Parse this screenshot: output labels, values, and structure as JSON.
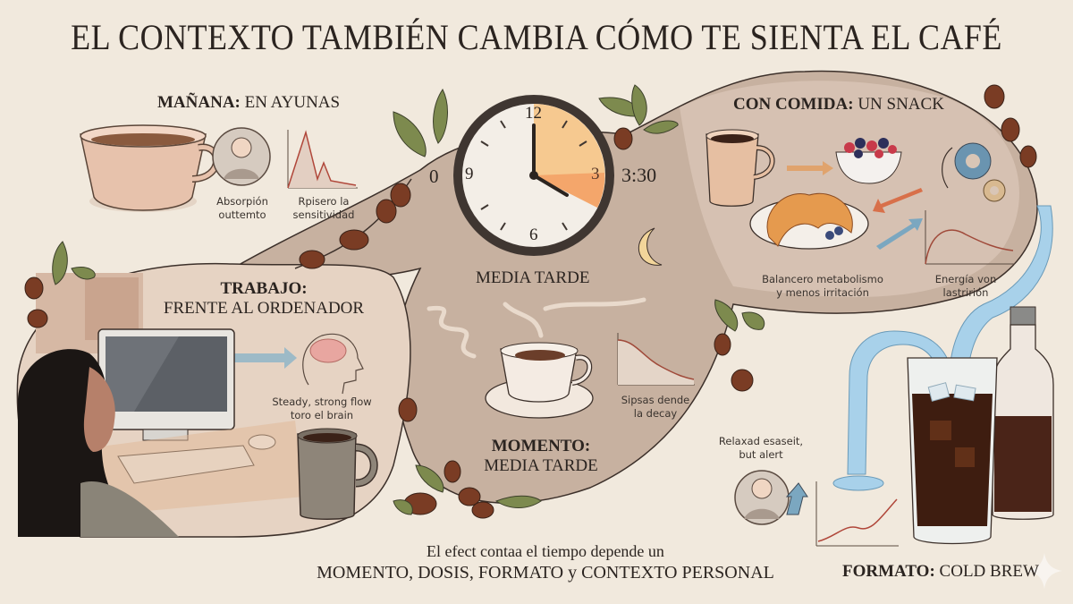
{
  "title": "EL CONTEXTO TAMBIÉN CAMBIA CÓMO TE SIENTA EL CAFÉ",
  "colors": {
    "background": "#f1e9dd",
    "panel": "#c9b4a3",
    "panel_light": "#e3d3c4",
    "text": "#2b2420",
    "accent_orange": "#f4a66b",
    "curve_red": "#b0473a",
    "water_blue": "#9ccbe6",
    "leaf_green": "#7d8a4e",
    "bean_brown": "#7a3c24"
  },
  "sections": {
    "manana": {
      "heading_bold": "MAÑANA:",
      "heading_rest": " EN AYUNAS",
      "icon_caption_1": "Absorpión\noutteemto",
      "icon_caption_1_l1": "Absorpión",
      "icon_caption_1_l2": "outtemto",
      "chart_caption_l1": "Rpisero la",
      "chart_caption_l2": "sensitividad"
    },
    "clock": {
      "left_label": "0",
      "right_label": "3:30",
      "numbers": [
        "12",
        "3",
        "6",
        "9"
      ],
      "heading": "MEDIA TARDE"
    },
    "trabajo": {
      "heading_l1": "TRABAJO:",
      "heading_l2": "FRENTE AL ORDENADOR",
      "caption_l1": "Steady, strong flow",
      "caption_l2": "toro el brain"
    },
    "momento": {
      "heading_l1": "MOMENTO:",
      "heading_l2": "MEDIA TARDE",
      "chart_caption_l1": "Sipsas dende",
      "chart_caption_l2": "la decay"
    },
    "comida": {
      "heading_bold": "CON COMIDA:",
      "heading_rest": " UN SNACK",
      "caption_left_l1": "Balancero metabolismo",
      "caption_left_l2": "y menos irritación",
      "caption_right_l1": "Energía von",
      "caption_right_l2": "lastririón"
    },
    "formato": {
      "heading_bold": "FORMATO:",
      "heading_rest": " COLD BREW",
      "caption_l1": "Relaxad esaseit,",
      "caption_l2": "but alert"
    }
  },
  "footer": {
    "line1": "El efect contaa el tiempo depende un",
    "line2": "MOMENTO, DOSIS, FORMATO y CONTEXTO PERSONAL"
  }
}
